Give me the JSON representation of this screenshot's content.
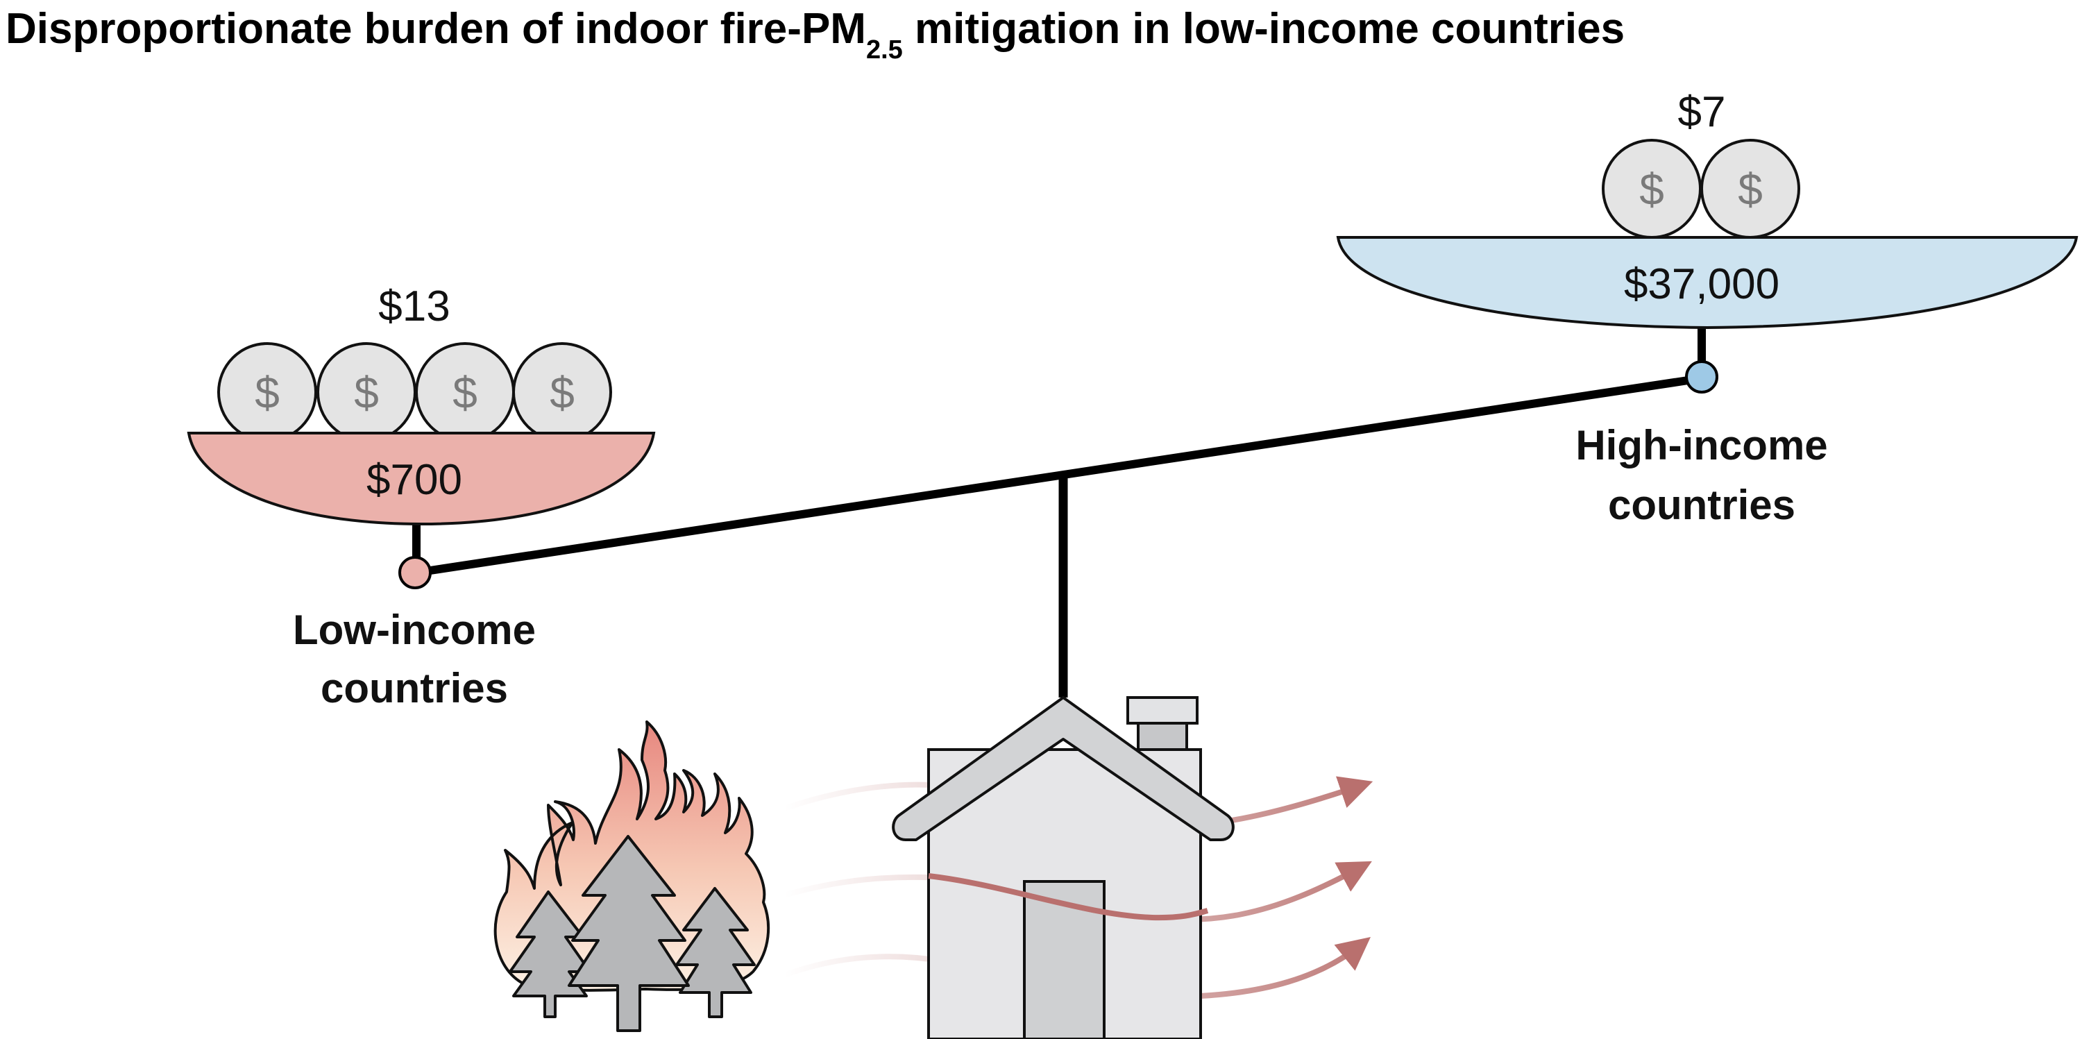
{
  "title": {
    "main": "Disproportionate burden of indoor fire-PM",
    "subscript": "2.5",
    "rest": " mitigation in low-income countries"
  },
  "low_income": {
    "label_line1": "Low-income",
    "label_line2": "countries",
    "pan_value": "$700",
    "coins_value": "$13",
    "coin_count": 4,
    "pan_color": "#ebb1ab"
  },
  "high_income": {
    "label_line1": "High-income",
    "label_line2": "countries",
    "pan_value": "$37,000",
    "coins_value": "$7",
    "coin_count": 2,
    "pan_color": "#cde3f0"
  },
  "coin_symbol": "$",
  "colors": {
    "coin_fill": "#e4e4e4",
    "coin_stroke": "#111111",
    "arrow": "#b9706e",
    "house_body": "#e6e6e8",
    "house_roof": "#d2d3d5",
    "tree": "#b6b7b9",
    "flame_top": "#e7877f",
    "flame_bottom": "#fdf1e4"
  },
  "icons": [
    "coin-icon",
    "house-icon",
    "fire-icon",
    "tree-icon",
    "smoke-arrow-icon"
  ]
}
